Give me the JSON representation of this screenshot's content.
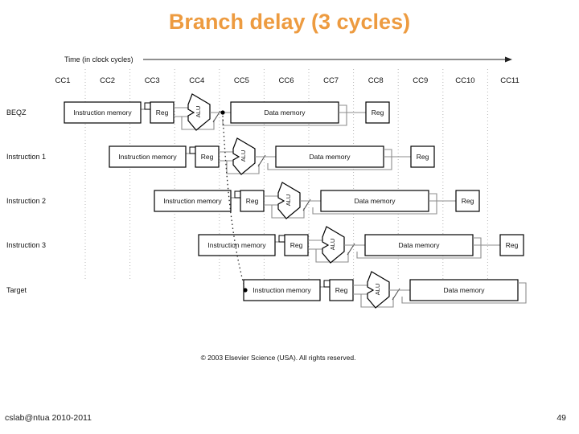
{
  "slide": {
    "title": "Branch delay (3 cycles)",
    "copyright": "© 2003 Elsevier Science (USA). All rights reserved.",
    "footer_left": "cslab@ntua 2010-2011",
    "page_number": "49"
  },
  "diagram": {
    "time_label": "Time (in clock cycles)",
    "clock_cycles": [
      "CC1",
      "CC2",
      "CC3",
      "CC4",
      "CC5",
      "CC6",
      "CC7",
      "CC8",
      "CC9",
      "CC10",
      "CC11"
    ],
    "row_labels": [
      "BEQZ",
      "Instruction 1",
      "Instruction 2",
      "Instruction 3",
      "Target"
    ],
    "stage_labels": {
      "im": "Instruction memory",
      "reg": "Reg",
      "alu": "ALU",
      "dm": "Data memory"
    },
    "colors": {
      "title_accent": "#ED9B40",
      "box_border": "#000000",
      "connector": "#8C8C8C"
    }
  }
}
